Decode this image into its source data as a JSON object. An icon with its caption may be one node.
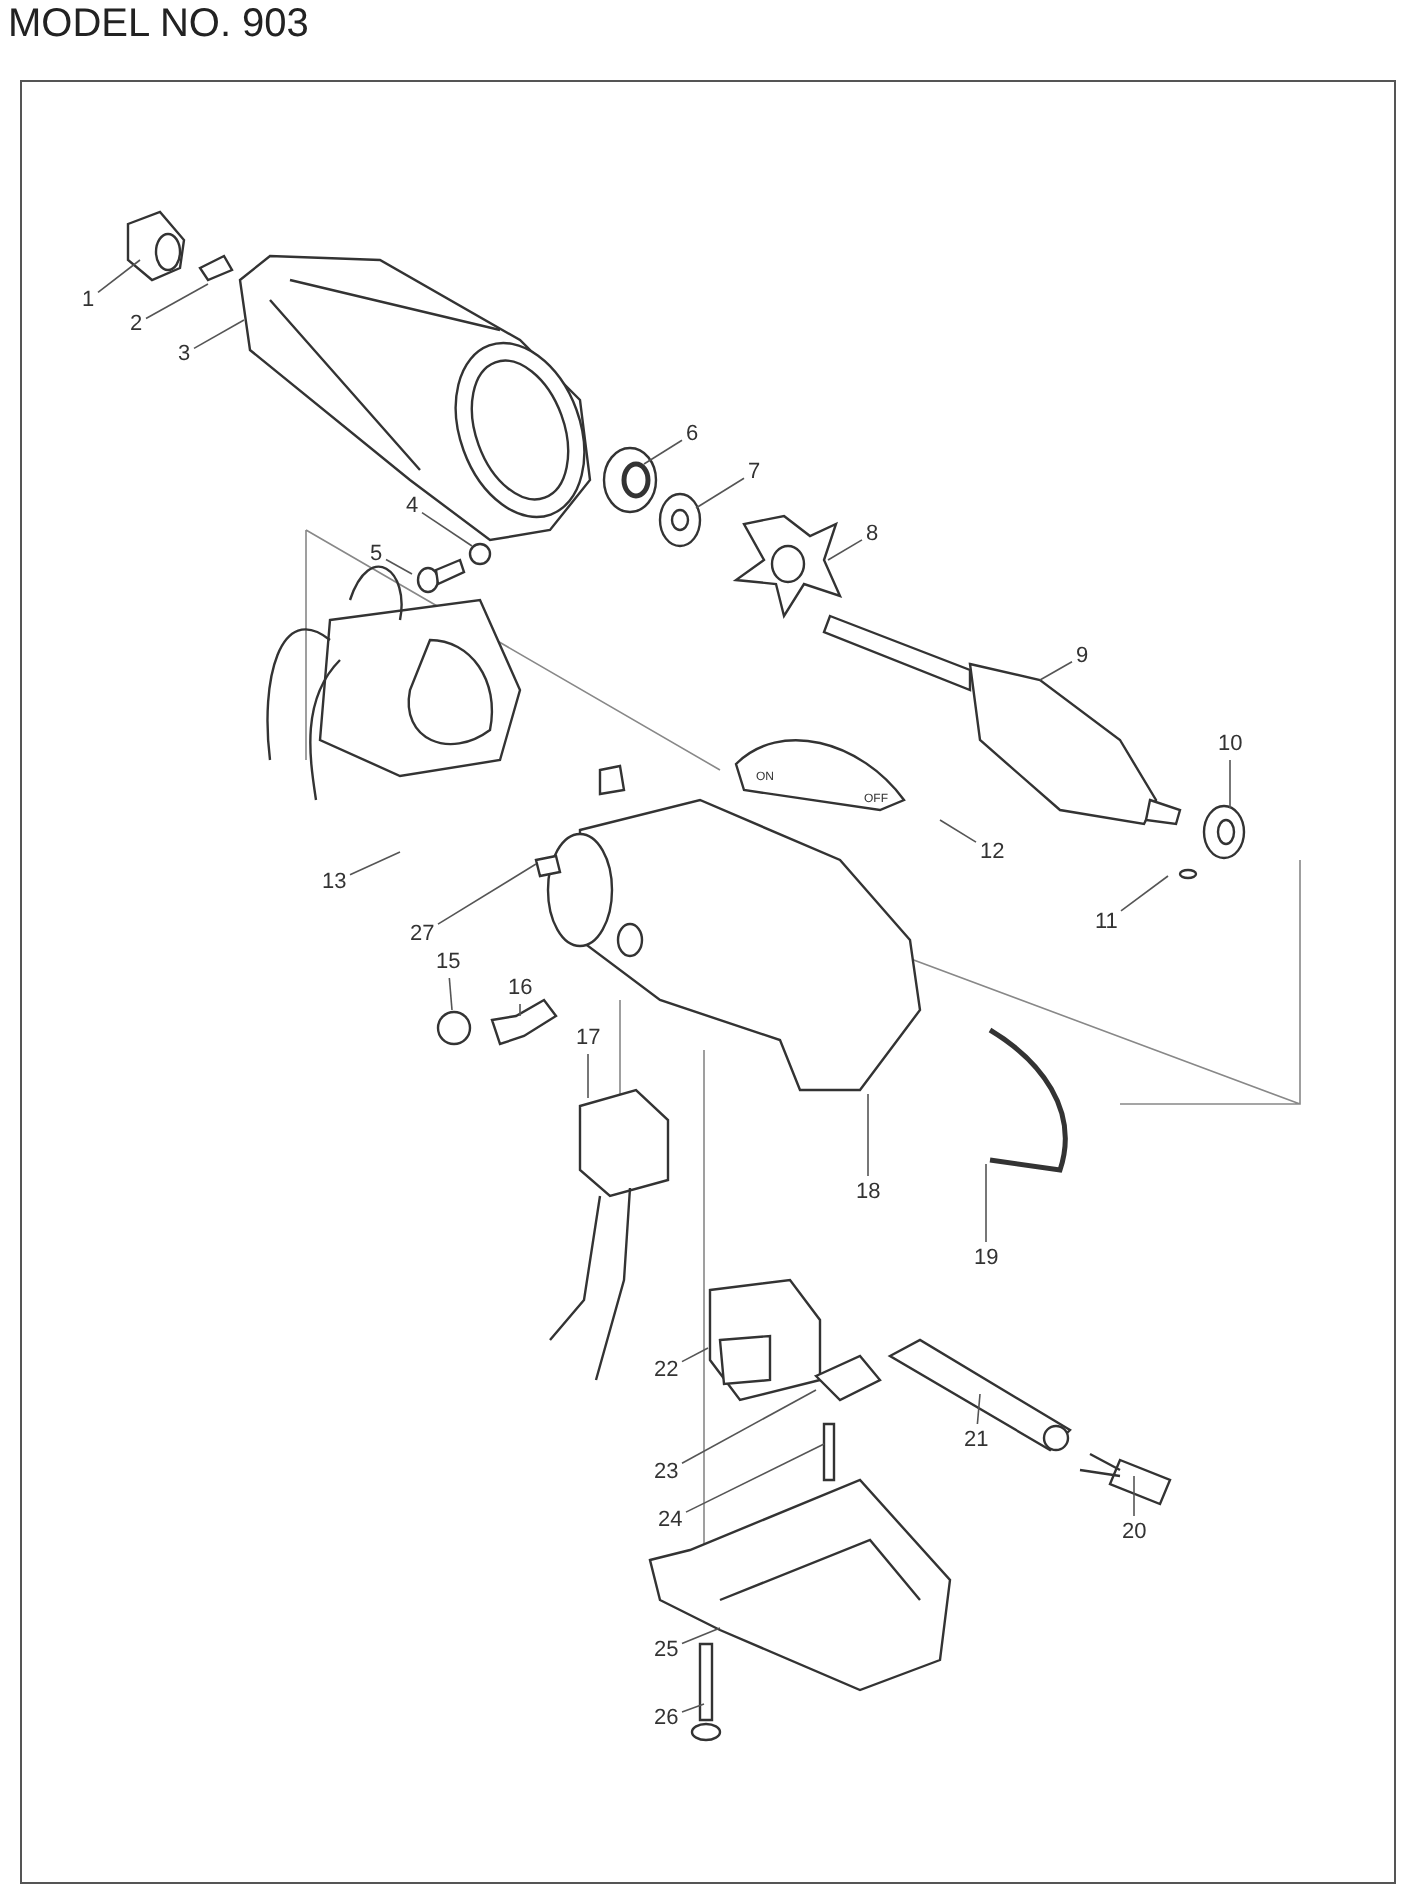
{
  "diagram": {
    "title": "MODEL NO. 903",
    "nodes": [
      {
        "text": [
          "1"
        ]
      },
      {
        "text": [
          "2"
        ]
      },
      {
        "text": [
          "3"
        ]
      },
      {
        "text": [
          "4"
        ]
      },
      {
        "text": [
          "5"
        ]
      },
      {
        "text": [
          "6"
        ]
      },
      {
        "text": [
          "7"
        ]
      },
      {
        "text": [
          "8"
        ]
      },
      {
        "text": [
          "9"
        ]
      },
      {
        "text": [
          "10"
        ]
      },
      {
        "text": [
          "11"
        ]
      },
      {
        "text": [
          "12"
        ]
      },
      {
        "text": [
          "13"
        ]
      },
      {
        "text": [
          "15"
        ]
      },
      {
        "text": [
          "16"
        ]
      },
      {
        "text": [
          "17"
        ]
      },
      {
        "text": [
          "18"
        ]
      },
      {
        "text": [
          "19"
        ]
      },
      {
        "text": [
          "20"
        ]
      },
      {
        "text": [
          "21"
        ]
      },
      {
        "text": [
          "22"
        ]
      },
      {
        "text": [
          "23"
        ]
      },
      {
        "text": [
          "24"
        ]
      },
      {
        "text": [
          "25"
        ]
      },
      {
        "text": [
          "26"
        ]
      },
      {
        "text": [
          "27"
        ]
      }
    ],
    "edges": [
      {
        "from": 0,
        "to": null,
        "arrow": "none"
      },
      {
        "from": 1,
        "to": null,
        "arrow": "none"
      },
      {
        "from": 2,
        "to": null,
        "arrow": "none"
      },
      {
        "from": 3,
        "to": null,
        "arrow": "none"
      },
      {
        "from": 4,
        "to": null,
        "arrow": "none"
      },
      {
        "from": 5,
        "to": null,
        "arrow": "none"
      },
      {
        "from": 6,
        "to": null,
        "arrow": "none"
      },
      {
        "from": 7,
        "to": null,
        "arrow": "none"
      },
      {
        "from": 8,
        "to": null,
        "arrow": "none"
      },
      {
        "from": 9,
        "to": null,
        "arrow": "none"
      },
      {
        "from": 10,
        "to": null,
        "arrow": "none"
      },
      {
        "from": 11,
        "to": null,
        "arrow": "none"
      },
      {
        "from": 12,
        "to": null,
        "arrow": "none"
      },
      {
        "from": 13,
        "to": null,
        "arrow": "none"
      },
      {
        "from": 14,
        "to": null,
        "arrow": "none"
      },
      {
        "from": 15,
        "to": null,
        "arrow": "none"
      },
      {
        "from": 16,
        "to": null,
        "arrow": "none"
      },
      {
        "from": 17,
        "to": null,
        "arrow": "none"
      },
      {
        "from": 18,
        "to": null,
        "arrow": "none"
      },
      {
        "from": 19,
        "to": null,
        "arrow": "none"
      },
      {
        "from": 20,
        "to": null,
        "arrow": "none"
      },
      {
        "from": 21,
        "to": null,
        "arrow": "none"
      },
      {
        "from": 22,
        "to": null,
        "arrow": "none"
      },
      {
        "from": 23,
        "to": null,
        "arrow": "none"
      },
      {
        "from": 24,
        "to": null,
        "arrow": "none"
      },
      {
        "from": 25,
        "to": null,
        "arrow": "none"
      }
    ],
    "labels": [
      "ON",
      "OFF"
    ]
  }
}
